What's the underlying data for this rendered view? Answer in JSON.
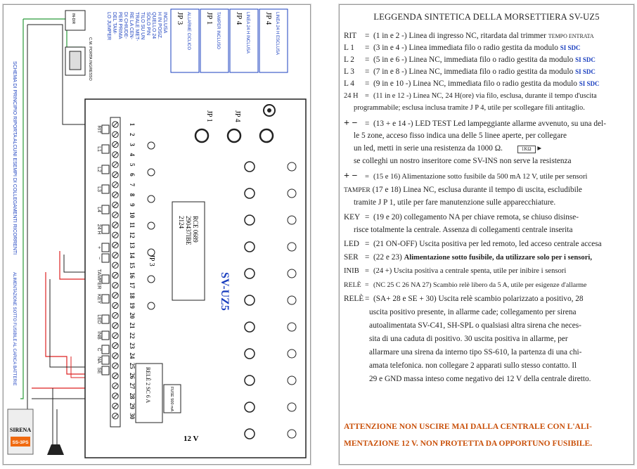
{
  "schematic": {
    "side_note": "SCHEMA DI PRINCIPIO RIPORTA ALCUNI ESEMPI DI COLLEGAMENTI RICORRENTI",
    "power_note": "ALIMENTAZIONE SOTTO FUSIBILE AL CARICA BATTERIE",
    "jp4_box": "JP 4",
    "jp4_label": "LINEA 24 H ESCLUSA",
    "jp4_label2": "LINEA 24 H INCLUSA",
    "jp1_box": "JP 1",
    "jp1_label": "TAMPER INCLUSO",
    "jp3_box": "JP 3",
    "jp3_label": "ALLARME CICLICO",
    "jumper_note": [
      "LO JUMPER",
      "DEL TAM-",
      "PER PRIMA",
      "DI CHIUDE-",
      "RE LA CEN-",
      "TRALE MET-",
      "TILO SU UN",
      "SOLO PIN",
      "QUELLO 24",
      "H IN POSIZ.",
      "INCLUSA"
    ],
    "board_name": "SV-UZ5",
    "chip_text": [
      "RCE 0689",
      "290437IBE",
      "2124"
    ],
    "board_jp1": "JP 1",
    "board_jp4": "JP 4",
    "board_jp3": "JP 3",
    "relay_box": "RELÈ 2 SC 6 A",
    "fuse_box": "FUSE 500 mA",
    "power_12v": "12 V",
    "zone_labels": [
      "RIT",
      "L1",
      "L2",
      "L3",
      "L4",
      "24 H",
      "+",
      "−",
      "TAMPER",
      "KEY",
      "LED",
      "INB",
      "C",
      "NA",
      "SE"
    ],
    "terminals": [
      "1",
      "2",
      "3",
      "4",
      "5",
      "6",
      "7",
      "8",
      "9",
      "10",
      "11",
      "12",
      "13",
      "14",
      "15",
      "16",
      "17",
      "18",
      "19",
      "20",
      "21",
      "22",
      "23",
      "24",
      "25",
      "26",
      "27",
      "28",
      "29",
      "30"
    ],
    "siren_label": "SIRENA",
    "siren_model": "SS-3PS",
    "cm_label": "C.M. PORTA INGRESSO",
    "in_label": "IN-DIR"
  },
  "legend": {
    "title": "LEGGENDA SINTETICA DELLA MORSETTIERA SV-UZ5",
    "rows": [
      {
        "key": "RIT",
        "text": "(1 in e 2 -) Linea di ingresso NC, ritardata dal trimmer",
        "small": "TEMPO ENTRATA"
      },
      {
        "key": "L 1",
        "text": "(3 in e 4 -) Linea immediata filo o radio gestita da modulo",
        "blue": "SI SDC"
      },
      {
        "key": "L 2",
        "text": "(5 in e 6 -) Linea NC, immediata filo o radio gestita da modulo",
        "blue": "SI SDC"
      },
      {
        "key": "L 3",
        "text": "(7 in e 8 -) Linea NC, immediata filo o radio gestita da modulo",
        "blue": "SI SDC"
      },
      {
        "key": "L 4",
        "text": "(9 in e 10 -) Linea NC, immediata filo o radio gestita da modulo",
        "blue": "SI SDC"
      },
      {
        "key": "24 H",
        "text": "(11 in e 12 -) Linea NC, 24 H(ore) via filo, esclusa, durante il tempo d'uscita"
      }
    ],
    "row24_cont": "programmabile; esclusa inclusa tramite J P 4, utile per scollegare fili antitaglio.",
    "led_key": "+ −",
    "led_text": "(13 + e 14 -) LED TEST Led lampeggiante allarme avvenuto, su una del-",
    "led_cont1": "le 5 zone, acceso fisso indica una delle 5 linee aperte, per collegare",
    "led_cont2": "un led, metti in serie una resistenza da 1000 Ω.",
    "led_resistor": "1KΩ",
    "led_cont3": "se colleghi un nostro inseritore come SV-INS non serve la resistenza",
    "pwr_key": "+ −",
    "pwr_text": "(15 e 16) Alimentazione sotto fusibile da 500 mA 12 V, utile per sensori",
    "tamper_key": "TAMPER",
    "tamper_text": "(17 e 18) Linea NC, esclusa durante il tempo di uscita, escludibile",
    "tamper_cont": "tramite J P 1, utile per fare manutenzione sulle apparecchiature.",
    "key_key": "KEY",
    "key_text": "(19 e 20) collegamento NA per chiave remota, se chiuso disinse-",
    "key_cont": "risce totalmente la centrale. Assenza di collegamenti centrale inserita",
    "ledr_key": "LED",
    "ledr_text": "(21 ON-OFF) Uscita positiva per led remoto, led acceso centrale accesa",
    "ser_key": "SER",
    "ser_text": "(22 e 23)",
    "ser_bold": "Alimentazione sotto fusibile, da utilizzare solo per i sensori,",
    "inib_key": "INIB",
    "inib_text": "(24 +) Uscita positiva a centrale spenta, utile per inibire i sensori",
    "rele1_key": "RELÈ",
    "rele1_text": "(NC 25 C 26 NA 27) Scambio relè libero da 5 A, utile per esigenze d'allarme",
    "rele2_key": "RELÈ",
    "rele2_text": "(SA+ 28 e SE + 30) Uscita relè scambio polarizzato a positivo, 28",
    "rele2_cont": [
      "uscita positivo presente, in allarme cade; collegamento per sirena",
      "autoalimentata SV-C41, SH-SPL o qualsiasi altra sirena che neces-",
      "sita di una caduta di positivo. 30 uscita positiva in allarme, per",
      "allarmare una sirena da interno tipo SS-610, la partenza di una chi-",
      "amata telefonica. non collegare 2 apparati sullo stesso contatto. Il",
      "29 e GND massa inteso come negativo dei 12 V della centrale diretto."
    ],
    "warning": [
      "ATTENZIONE NON USCIRE MAI DALLA CENTRALE CON L'ALI-",
      "MENTAZIONE 12 V. NON PROTETTA DA OPPORTUNO FUSIBILE."
    ]
  },
  "colors": {
    "blue": "#1a3fbf",
    "warn": "#c9500a",
    "red_wire": "#d22",
    "green_wire": "#2a9a3a",
    "siren": "#f06a10"
  }
}
